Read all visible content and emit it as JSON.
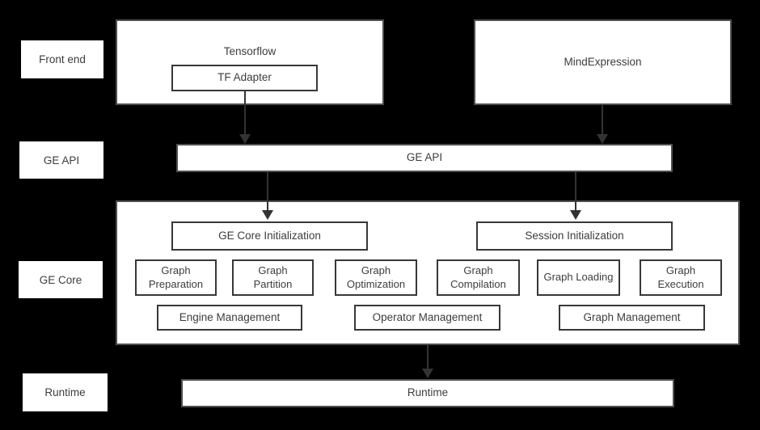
{
  "colors": {
    "bg": "#000000",
    "box_fill": "#ffffff",
    "outer_border": "#4f4f4f",
    "inner_border": "#383838",
    "text": "#3d3d3d",
    "arrow": "#333333"
  },
  "row_labels": {
    "front_end": "Front end",
    "ge_api": "GE API",
    "ge_core": "GE Core",
    "runtime": "Runtime"
  },
  "front_end": {
    "tensorflow": "Tensorflow",
    "tf_adapter": "TF Adapter",
    "mind_expression": "MindExpression"
  },
  "ge_api": {
    "label": "GE API"
  },
  "ge_core": {
    "init_boxes": [
      "GE Core Initialization",
      "Session Initialization"
    ],
    "modules": [
      "Graph Preparation",
      "Graph Partition",
      "Graph Optimization",
      "Graph Compilation",
      "Graph Loading",
      "Graph Execution"
    ],
    "managers": [
      "Engine Management",
      "Operator Management",
      "Graph Management"
    ]
  },
  "runtime": {
    "label": "Runtime"
  }
}
